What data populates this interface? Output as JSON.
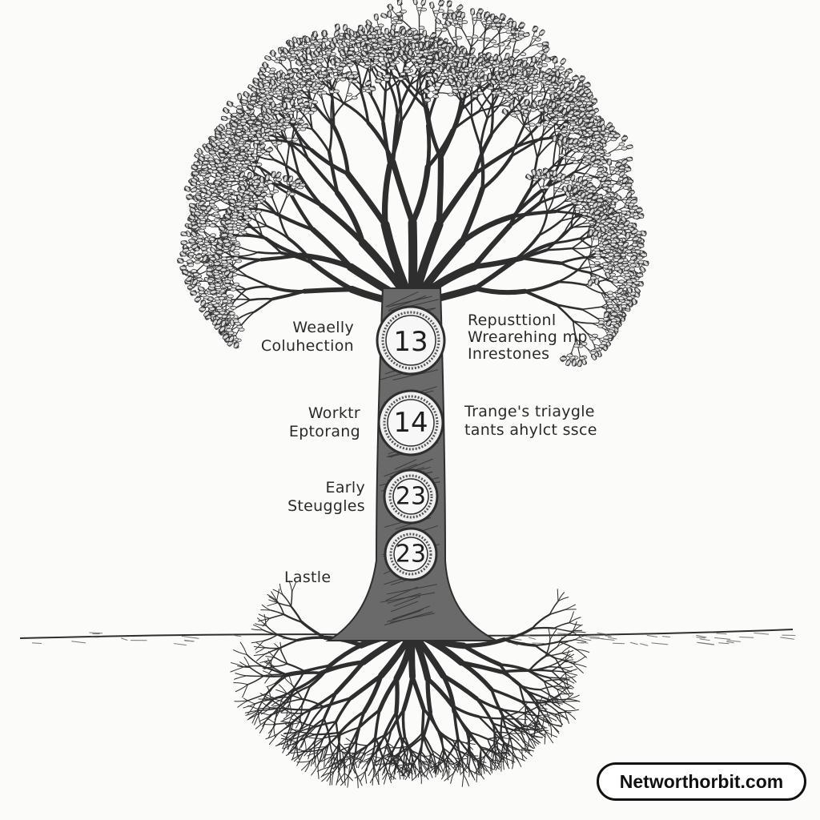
{
  "milestones": [
    {
      "number": "13",
      "left_label": [
        "Weaelly",
        "Coluhection"
      ],
      "right_label": [
        "Repusttionl",
        "Wrearehing mp",
        "Inrestones"
      ]
    },
    {
      "number": "14",
      "left_label": [
        "Worktr",
        "Eptorang"
      ],
      "right_label": [
        "Trange's triaygle",
        "tants ahylct ssce"
      ]
    },
    {
      "number": "23",
      "left_label": [
        "Early",
        "Steuggles"
      ]
    },
    {
      "number": "23",
      "left_label": [
        "Lastle"
      ]
    }
  ],
  "watermark": "Networthorbit.com",
  "colors": {
    "ink": "#2a2a2a",
    "paper": "#fbfbfa"
  }
}
